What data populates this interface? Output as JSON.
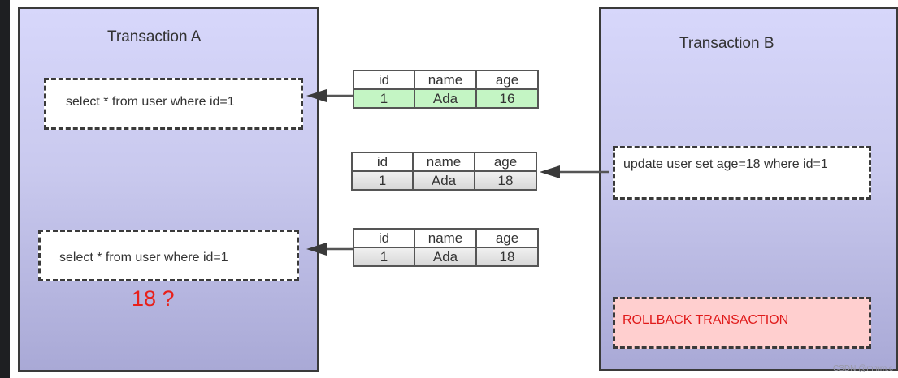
{
  "transaction_a": {
    "title": "Transaction A",
    "query_1": "select * from user where id=1",
    "query_2": "select * from user where id=1",
    "result_mark": "18 ?"
  },
  "transaction_b": {
    "title": "Transaction B",
    "update": "update user set age=18 where id=1",
    "rollback": "ROLLBACK TRANSACTION"
  },
  "tables": {
    "headers": [
      "id",
      "name",
      "age"
    ],
    "first_read": [
      "1",
      "Ada",
      "16"
    ],
    "after_update": [
      "1",
      "Ada",
      "18"
    ],
    "second_read": [
      "1",
      "Ada",
      "18"
    ]
  },
  "watermark": "CSDN @mmm.c",
  "colors": {
    "panel": "#c9c9ee",
    "first_read_row": "#c4f5c4",
    "rollback_fill": "#ffcfcf",
    "alert_text": "#e8201a"
  }
}
